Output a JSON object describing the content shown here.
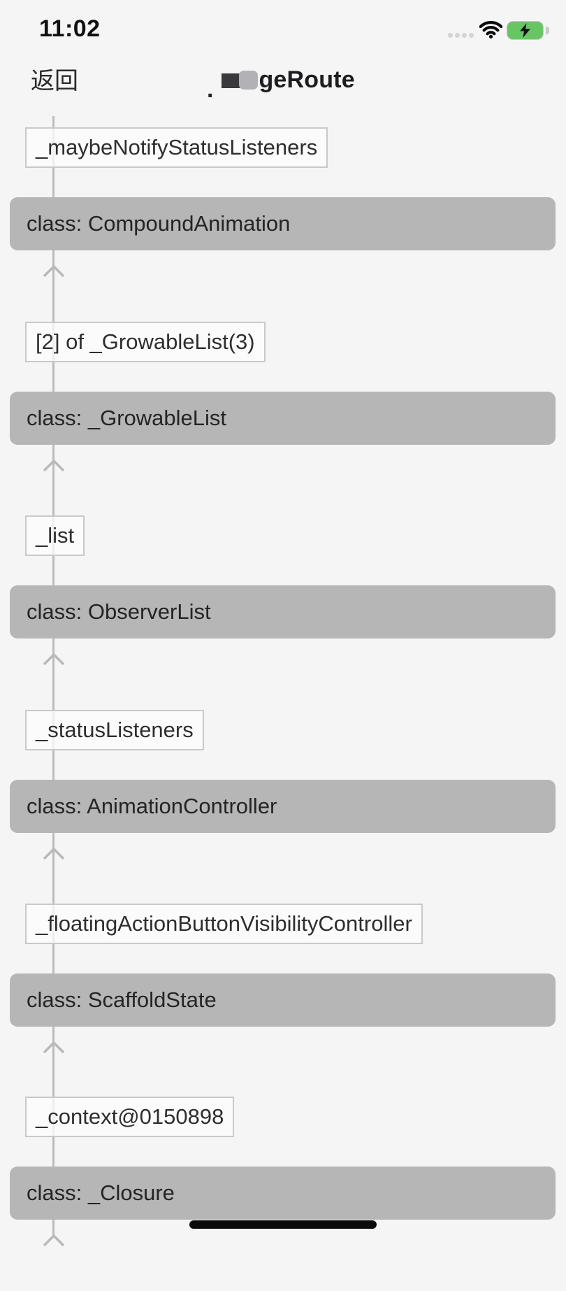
{
  "status_bar": {
    "time": "11:02",
    "cellular_icon": "cellular-signal-dots (4 empty dots)",
    "wifi_icon": "wifi-full",
    "battery_icon": "battery-charging-bolt"
  },
  "nav": {
    "back_label": "返回",
    "title_prefix": ".",
    "title_visible": "geRoute",
    "title_note_blocks": [
      "redacted-dark-block",
      "redacted-light-block"
    ]
  },
  "chain": {
    "items": [
      {
        "field": "_maybeNotifyStatusListeners",
        "class_label": "class: CompoundAnimation"
      },
      {
        "field": "[2] of _GrowableList(3)",
        "class_label": "class: _GrowableList"
      },
      {
        "field": "_list",
        "class_label": "class: ObserverList"
      },
      {
        "field": "_statusListeners",
        "class_label": "class: AnimationController"
      },
      {
        "field": "_floatingActionButtonVisibilityController",
        "class_label": "class: ScaffoldState"
      },
      {
        "field": "_context@0150898",
        "class_label": "class: _Closure"
      }
    ],
    "arrow_icon": "arrow-up-chevron"
  },
  "colors": {
    "page_background": "#f5f5f6",
    "class_box_gray": "#b6b6b6",
    "field_box_border": "#c9c9c9",
    "connector_line": "#bcbcbc",
    "battery_green": "#68c564",
    "text_dark": "#242424"
  }
}
